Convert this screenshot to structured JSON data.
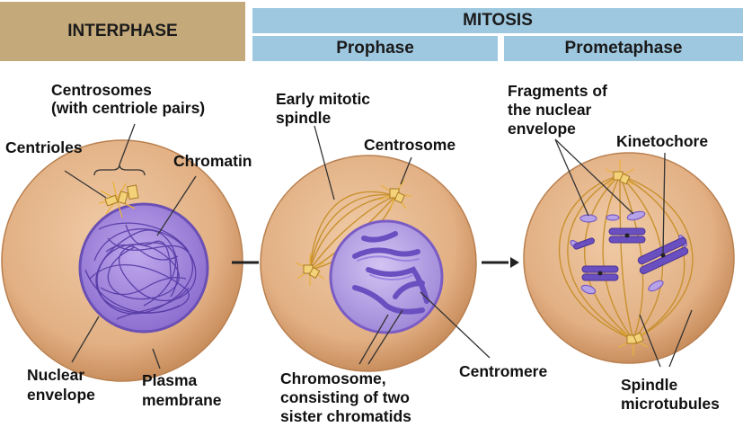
{
  "headers": {
    "interphase": "INTERPHASE",
    "mitosis": "MITOSIS",
    "prophase": "Prophase",
    "prometaphase": "Prometaphase"
  },
  "labels": {
    "centrosomes_line1": "Centrosomes",
    "centrosomes_line2": "(with centriole pairs)",
    "centrioles": "Centrioles",
    "chromatin": "Chromatin",
    "nuclear_envelope_line1": "Nuclear",
    "nuclear_envelope_line2": "envelope",
    "plasma_membrane_line1": "Plasma",
    "plasma_membrane_line2": "membrane",
    "early_spindle_line1": "Early mitotic",
    "early_spindle_line2": "spindle",
    "centrosome": "Centrosome",
    "chromosome_line1": "Chromosome,",
    "chromosome_line2": "consisting of two",
    "chromosome_line3": "sister chromatids",
    "centromere": "Centromere",
    "fragments_line1": "Fragments of",
    "fragments_line2": "the nuclear",
    "fragments_line3": "envelope",
    "kinetochore": "Kinetochore",
    "spindle_mt_line1": "Spindle",
    "spindle_mt_line2": "microtubules"
  },
  "colors": {
    "interphase_header": "#c4a97a",
    "mitosis_header": "#9ec8e0",
    "cell_fill": "#e4b68a",
    "nucleus_fill": "#9a7fd6",
    "chromosome": "#7a5cc4",
    "spindle": "#c8912e"
  }
}
